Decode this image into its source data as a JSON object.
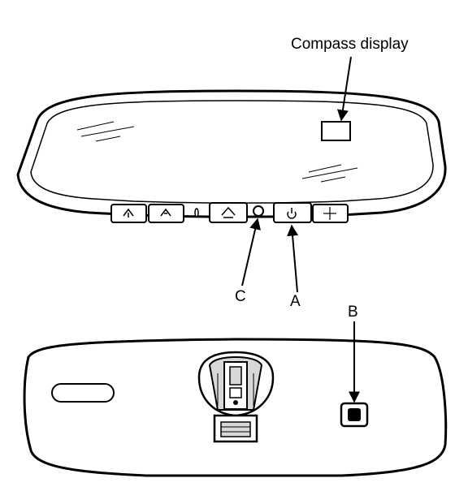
{
  "labels": {
    "compass_display": "Compass display",
    "callout_a": "A",
    "callout_b": "B",
    "callout_c": "C"
  },
  "icons": {
    "front_buttons": [
      "garage-door-1-icon",
      "garage-door-2-icon",
      "indicator-led-icon",
      "garage-door-3-icon",
      "power-icon",
      "compass-icon"
    ],
    "back_parts": [
      "mount-bracket-icon",
      "sensor-b-icon",
      "slot-icon"
    ]
  },
  "colors": {
    "line": "#000000",
    "fill": "#ffffff",
    "shade": "#d8d8d8"
  }
}
